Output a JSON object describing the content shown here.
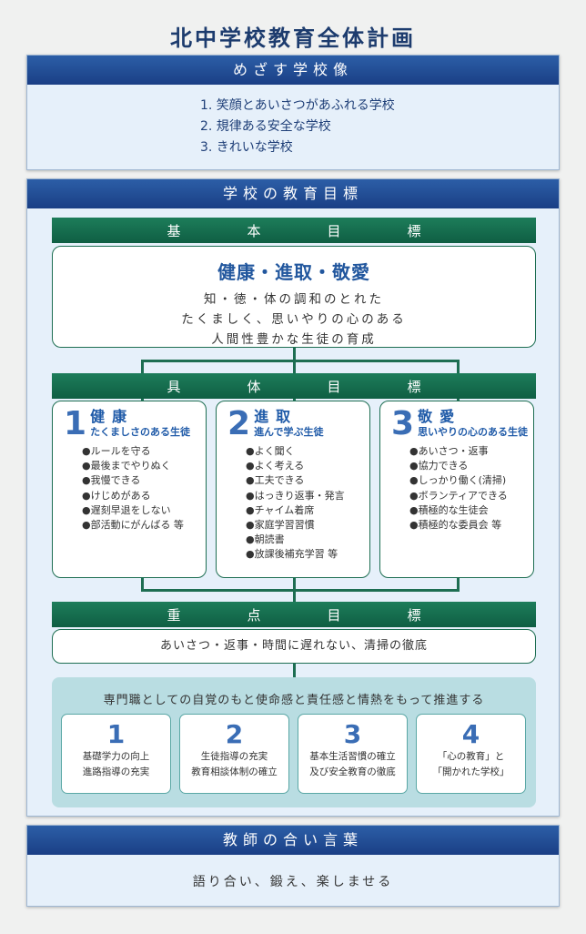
{
  "title": "北中学校教育全体計画",
  "vision": {
    "heading": "めざす学校像",
    "items": [
      "1. 笑顔とあいさつがあふれる学校",
      "2. 規律ある安全な学校",
      "3. きれいな学校"
    ]
  },
  "education_goals": {
    "heading": "学校の教育目標",
    "basic_label": [
      "基",
      "本",
      "目",
      "標"
    ],
    "basic_title": "健康・進取・敬愛",
    "basic_lines": [
      "知・徳・体の調和のとれた",
      "たくましく、思いやりの心のある",
      "人間性豊かな生徒の育成"
    ],
    "concrete_label": [
      "具",
      "体",
      "目",
      "標"
    ],
    "goals": [
      {
        "num": "1",
        "name": "健康",
        "sub": "たくましさのある生徒",
        "items": [
          "●ルールを守る",
          "●最後までやりぬく",
          "●我慢できる",
          "●けじめがある",
          "●遅刻早退をしない",
          "●部活動にがんばる 等"
        ]
      },
      {
        "num": "2",
        "name": "進取",
        "sub": "進んで学ぶ生徒",
        "items": [
          "●よく聞く",
          "●よく考える",
          "●工夫できる",
          "●はっきり返事・発言",
          "●チャイム着席",
          "●家庭学習習慣",
          "●朝読書",
          "●放課後補充学習 等"
        ]
      },
      {
        "num": "3",
        "name": "敬愛",
        "sub": "思いやりの心のある生徒",
        "items": [
          "●あいさつ・返事",
          "●協力できる",
          "●しっかり働く(清掃)",
          "●ボランティアできる",
          "●積極的な生徒会",
          "●積極的な委員会 等"
        ]
      }
    ],
    "priority_label": [
      "重",
      "点",
      "目",
      "標"
    ],
    "priority_text": "あいさつ・返事・時間に遅れない、清掃の徹底",
    "promote_text": "専門職としての自覚のもと使命感と責任感と情熱をもって推進する",
    "promote_cards": [
      {
        "num": "1",
        "lines": [
          "基礎学力の向上",
          "進路指導の充実"
        ]
      },
      {
        "num": "2",
        "lines": [
          "生徒指導の充実",
          "教育相談体制の確立"
        ]
      },
      {
        "num": "3",
        "lines": [
          "基本生活習慣の確立",
          "及び安全教育の徹底"
        ]
      },
      {
        "num": "4",
        "lines": [
          "「心の教育」と",
          "「開かれた学校」"
        ]
      }
    ]
  },
  "teachers_words": {
    "heading": "教師の合い言葉",
    "text": "語り合い、鍛え、楽しませる"
  },
  "colors": {
    "navy_header": "#1a3f85",
    "green_bar": "#0f5e43",
    "accent_blue": "#3a6db5",
    "teal_panel": "#b9dde2"
  }
}
